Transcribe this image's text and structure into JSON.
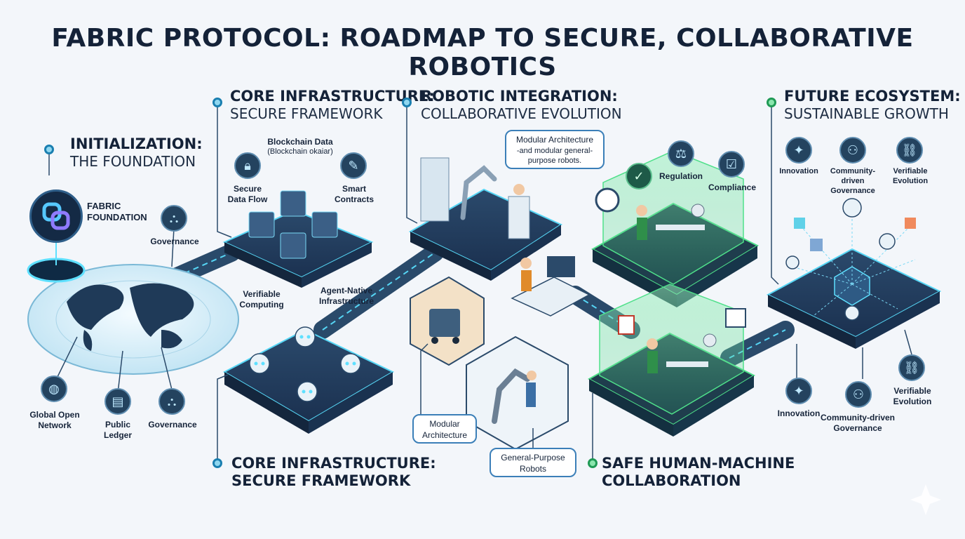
{
  "title": "FABRIC PROTOCOL: ROADMAP TO SECURE, COLLABORATIVE ROBOTICS",
  "stages": {
    "initialization": {
      "line1": "INITIALIZATION:",
      "line2": "THE FOUNDATION"
    },
    "core_top": {
      "line1": "CORE INFRASTRUCTURE:",
      "line2": "SECURE FRAMEWORK"
    },
    "robotic": {
      "line1": "ROBOTIC INTEGRATION:",
      "line2": "COLLABORATIVE EVOLUTION"
    },
    "future": {
      "line1": "FUTURE ECOSYSTEM:",
      "line2": "SUSTAINABLE GROWTH"
    },
    "core_bottom": {
      "line1": "CORE INFRASTRUCTURE:",
      "line2": "SECURE FRAMEWORK"
    },
    "safe": {
      "line1": "SAFE HUMAN-MACHINE",
      "line2": "COLLABORATION"
    }
  },
  "labels": {
    "fabric_line1": "FABRIC",
    "fabric_line2": "FOUNDATION",
    "governance_top": "Governance",
    "global_line1": "Global Open",
    "global_line2": "Network",
    "public_line1": "Public",
    "public_line2": "Ledger",
    "governance_bottom": "Governance",
    "blockchain_line1": "Blockchain Data",
    "blockchain_line2": "(Blockchain okaiar)",
    "secure_line1": "Secure",
    "secure_line2": "Data Flow",
    "smart_line1": "Smart",
    "smart_line2": "Contracts",
    "verifiable_line1": "Verifiable",
    "verifiable_line2": "Computing",
    "agent_line1": "Agent-Native",
    "agent_line2": "Infrastructure",
    "modular_callout_line1": "Modular Architecture",
    "modular_callout_line2": "-and modular general-",
    "modular_callout_line3": "purpose robots.",
    "modular_line1": "Modular",
    "modular_line2": "Architecture",
    "general_line1": "General-Purpose",
    "general_line2": "Robots",
    "regulation": "Regulation",
    "compliance": "Compliance",
    "innovation_top": "Innovation",
    "community_top_line1": "Community-driven",
    "community_top_line2": "Governance",
    "verifiable_top_line1": "Verifiable",
    "verifiable_top_line2": "Evolution",
    "innovation_bottom": "Innovation",
    "community_bottom_line1": "Community-driven",
    "community_bottom_line2": "Governance",
    "verifiable_bottom_line1": "Verifiable",
    "verifiable_bottom_line2": "Evolution"
  },
  "colors": {
    "platform_dark": "#1c3350",
    "road": "#2a4a6a",
    "road_glow": "#56d6f5",
    "accent_blue": "#1a7fb0",
    "accent_green": "#2fbf6b"
  }
}
